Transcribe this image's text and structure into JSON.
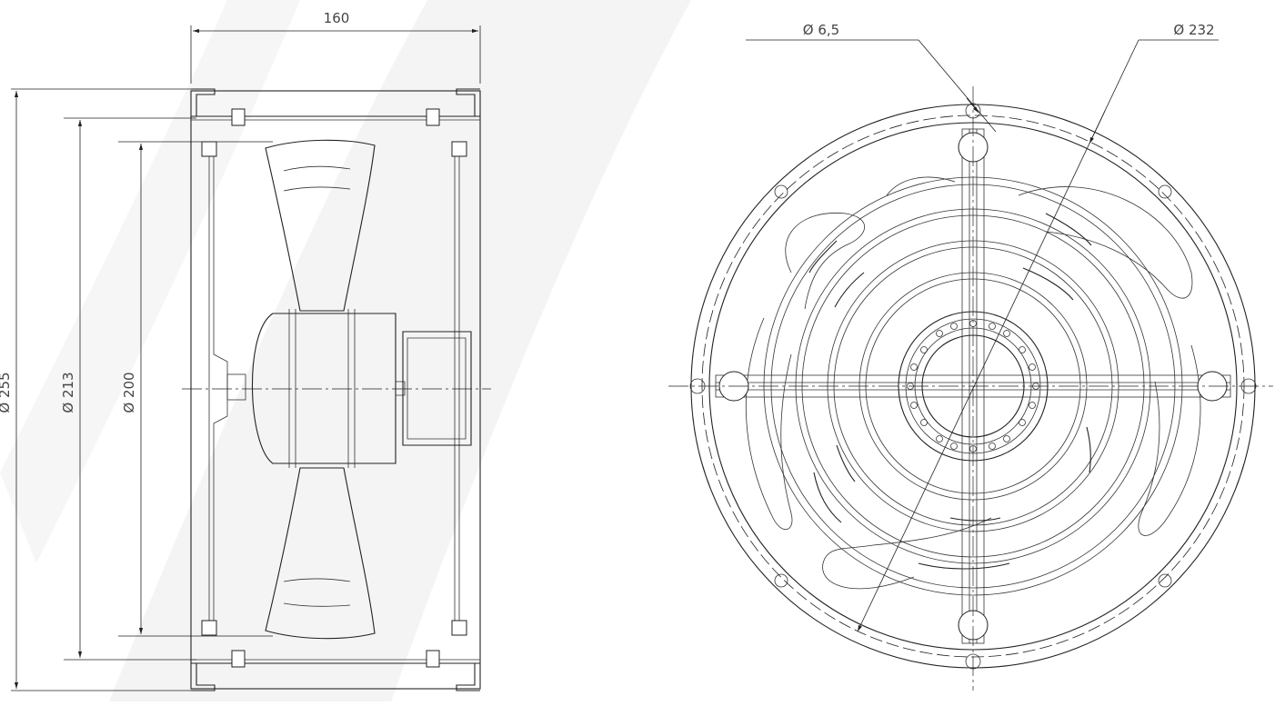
{
  "side_view": {
    "width_label": "160",
    "dia_frame_label": "Ø 255",
    "dia_inner_label": "Ø 213",
    "dia_blade_label": "Ø 200"
  },
  "front_view": {
    "hole_label": "Ø 6,5",
    "bolt_circle_label": "Ø 232"
  },
  "colors": {
    "background": "#ffffff",
    "watermark": "#f3f3f3",
    "line": "#222222",
    "text": "#444444"
  }
}
